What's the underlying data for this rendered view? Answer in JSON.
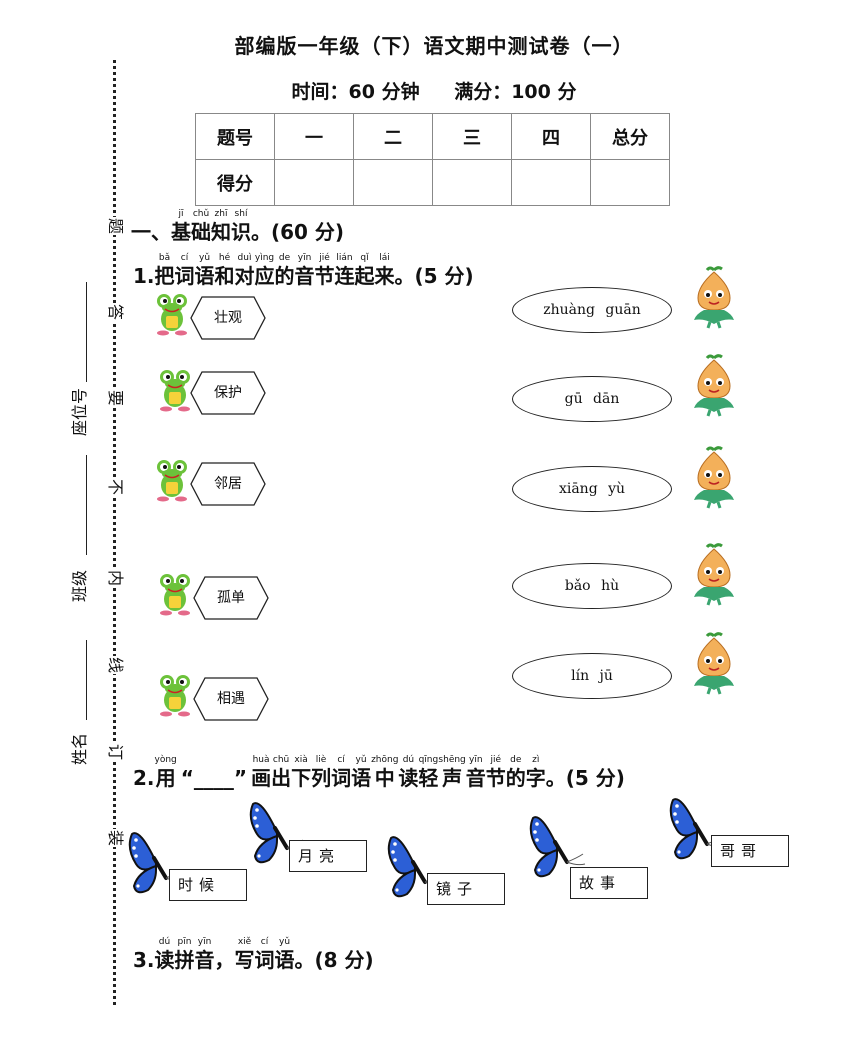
{
  "title": "部编版一年级（下）语文期中测试卷（一）",
  "subtitle": {
    "time": "时间：60 分钟",
    "score": "满分：100 分"
  },
  "score_table": {
    "header": [
      "题号",
      "一",
      "二",
      "三",
      "四",
      "总分"
    ],
    "row": [
      "得分",
      "",
      "",
      "",
      "",
      ""
    ]
  },
  "binding": {
    "chars": [
      "题",
      "答",
      "要",
      "不",
      "内",
      "线",
      "订",
      "装"
    ],
    "labels": [
      "座位号",
      "班级",
      "姓名"
    ]
  },
  "section1": {
    "prefix": "一、",
    "words": [
      {
        "py": "jī",
        "hz": "基"
      },
      {
        "py": "chǔ",
        "hz": "础"
      },
      {
        "py": "zhī",
        "hz": "知"
      },
      {
        "py": "shí",
        "hz": "识"
      }
    ],
    "suffix": "。(60 分)"
  },
  "q1": {
    "prefix": "1.",
    "words": [
      {
        "py": "bǎ",
        "hz": "把"
      },
      {
        "py": "cí",
        "hz": "词"
      },
      {
        "py": "yǔ",
        "hz": "语"
      },
      {
        "py": "hé",
        "hz": "和"
      },
      {
        "py": "duì",
        "hz": "对"
      },
      {
        "py": "yìng",
        "hz": "应"
      },
      {
        "py": "de",
        "hz": "的"
      },
      {
        "py": "yīn",
        "hz": "音"
      },
      {
        "py": "jié",
        "hz": "节"
      },
      {
        "py": "lián",
        "hz": "连"
      },
      {
        "py": "qǐ",
        "hz": "起"
      },
      {
        "py": "lái",
        "hz": "来"
      }
    ],
    "suffix": "。(5 分)",
    "hexes": [
      "壮观",
      "保护",
      "邻居",
      "孤单",
      "相遇"
    ],
    "ovals": [
      "zhuàng guān",
      "gū dān",
      "xiāng yù",
      "bǎo hù",
      "lín jū"
    ]
  },
  "q2": {
    "prefix": "2.",
    "words": [
      {
        "py": "yòng",
        "hz": "用"
      }
    ],
    "quote": "“____”",
    "words2": [
      {
        "py": "huà",
        "hz": "画"
      },
      {
        "py": "chū",
        "hz": "出"
      },
      {
        "py": "xià",
        "hz": "下"
      },
      {
        "py": "liè",
        "hz": "列"
      },
      {
        "py": "cí",
        "hz": "词"
      },
      {
        "py": "yǔ",
        "hz": "语"
      },
      {
        "py": "zhōng",
        "hz": "中"
      },
      {
        "py": "dú",
        "hz": "读"
      },
      {
        "py": "qīng",
        "hz": "轻"
      },
      {
        "py": "shēng",
        "hz": "声"
      },
      {
        "py": "yīn",
        "hz": "音"
      },
      {
        "py": "jié",
        "hz": "节"
      },
      {
        "py": "de",
        "hz": "的"
      },
      {
        "py": "zì",
        "hz": "字"
      }
    ],
    "suffix": "。(5 分)",
    "boxes": [
      "时候",
      "月亮",
      "镜子",
      "故事",
      "哥哥"
    ]
  },
  "q3": {
    "prefix": "3.",
    "words": [
      {
        "py": "dú",
        "hz": "读"
      },
      {
        "py": "pīn",
        "hz": "拼"
      },
      {
        "py": "yīn",
        "hz": "音"
      }
    ],
    "sep": "，",
    "words2": [
      {
        "py": "xiě",
        "hz": "写"
      },
      {
        "py": "cí",
        "hz": "词"
      },
      {
        "py": "yǔ",
        "hz": "语"
      }
    ],
    "suffix": "。(8 分)"
  },
  "colors": {
    "frog": "#6cc23a",
    "onion": "#f3b05a",
    "butterfly": "#2c5fd6"
  }
}
